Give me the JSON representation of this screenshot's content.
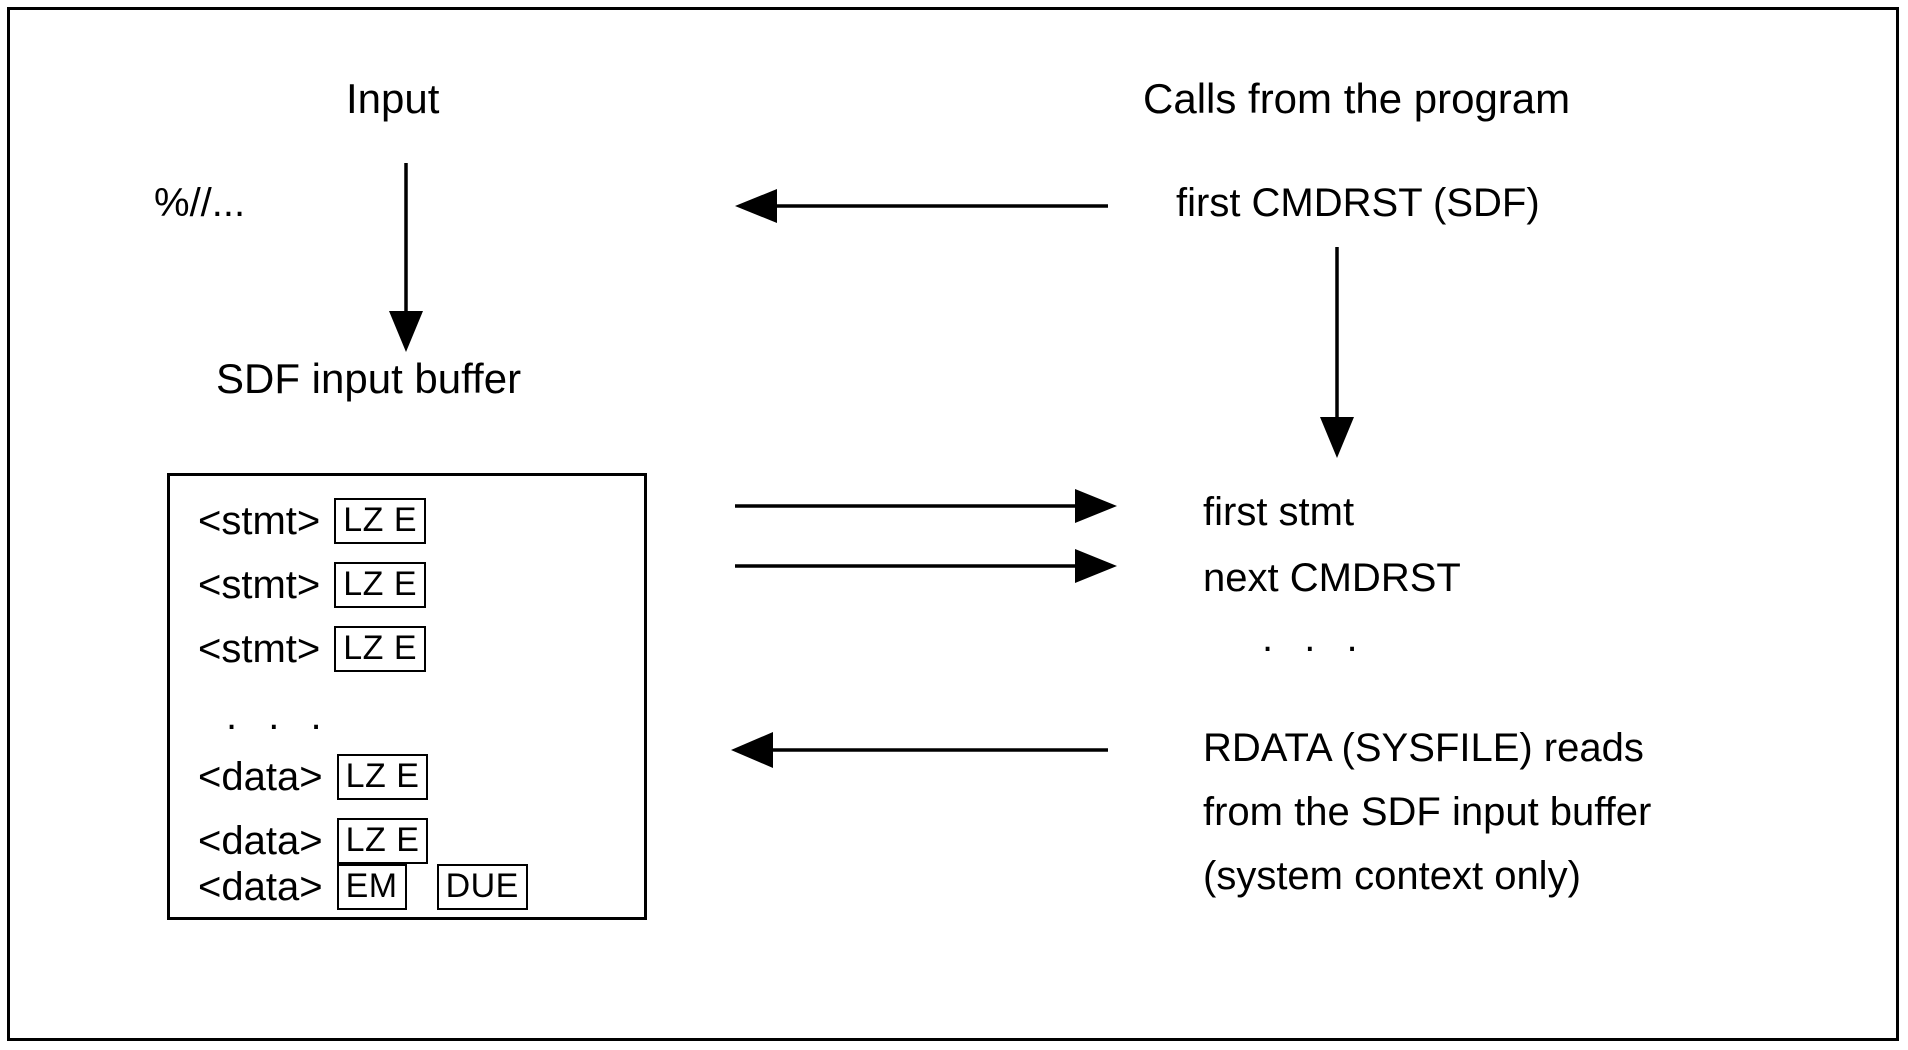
{
  "diagram": {
    "title_left": "Input",
    "title_right": "Calls from the program",
    "input_source_text": "%//...",
    "buffer_caption": "SDF input buffer",
    "buffer": {
      "rows": [
        {
          "label": "<stmt>",
          "tokens": [
            "LZ E"
          ]
        },
        {
          "label": "<stmt>",
          "tokens": [
            "LZ E"
          ]
        },
        {
          "label": "<stmt>",
          "tokens": [
            "LZ E"
          ]
        },
        {
          "label": ". . .",
          "tokens": []
        },
        {
          "label": "<data>",
          "tokens": [
            "LZ E"
          ]
        },
        {
          "label": "<data>",
          "tokens": [
            "LZ E"
          ]
        },
        {
          "label": "<data>",
          "tokens": [
            "EM",
            "DUE"
          ]
        }
      ]
    },
    "right_column": {
      "first_call": "first CMDRST (SDF)",
      "stmt_flow_line1": "first stmt",
      "stmt_flow_line2": "next CMDRST",
      "stmt_flow_ellipsis": ". . .",
      "rdata_line1": "RDATA (SYSFILE) reads",
      "rdata_line2": "from the SDF input buffer",
      "rdata_line3": "(system context only)"
    },
    "arrows": [
      {
        "name": "input-to-buffer-arrow",
        "direction": "down"
      },
      {
        "name": "first-cmdrst-to-input-arrow",
        "direction": "left"
      },
      {
        "name": "first-cmdrst-to-first-stmt-arrow",
        "direction": "down"
      },
      {
        "name": "buffer-to-first-stmt-arrow",
        "direction": "right"
      },
      {
        "name": "buffer-to-next-cmdrst-arrow",
        "direction": "right"
      },
      {
        "name": "rdata-to-buffer-arrow",
        "direction": "left"
      }
    ],
    "colors": {
      "stroke": "#000000",
      "background": "#ffffff"
    }
  }
}
